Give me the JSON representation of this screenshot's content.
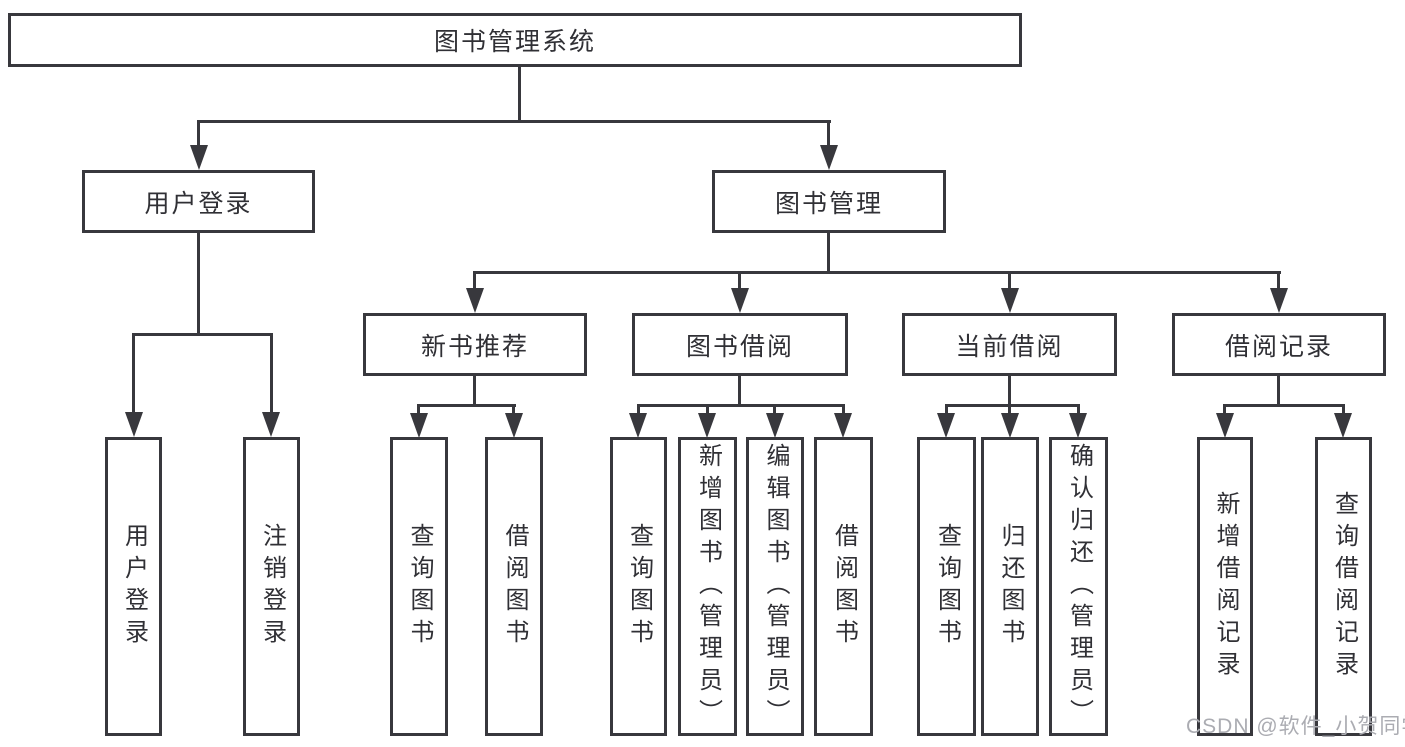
{
  "title": "图书管理系统",
  "watermark": "CSDN @软件_小贺同学",
  "branches": {
    "user_login": {
      "label": "用户登录",
      "children": [
        "用户登录",
        "注销登录"
      ]
    },
    "book_management": {
      "label": "图书管理",
      "sections": {
        "new_book": {
          "label": "新书推荐",
          "children": [
            "查询图书",
            "借阅图书"
          ]
        },
        "book_borrow": {
          "label": "图书借阅",
          "children": [
            "查询图书",
            "新增图书（管理员）",
            "编辑图书（管理员）",
            "借阅图书"
          ]
        },
        "current_borrow": {
          "label": "当前借阅",
          "children": [
            "查询图书",
            "归还图书",
            "确认归还（管理员）"
          ]
        },
        "borrow_records": {
          "label": "借阅记录",
          "children": [
            "新增借阅记录",
            "查询借阅记录"
          ]
        }
      }
    }
  },
  "colors": {
    "border": "#38383d",
    "text": "#303035",
    "watermark": "#abacb2",
    "background": "#ffffff"
  }
}
